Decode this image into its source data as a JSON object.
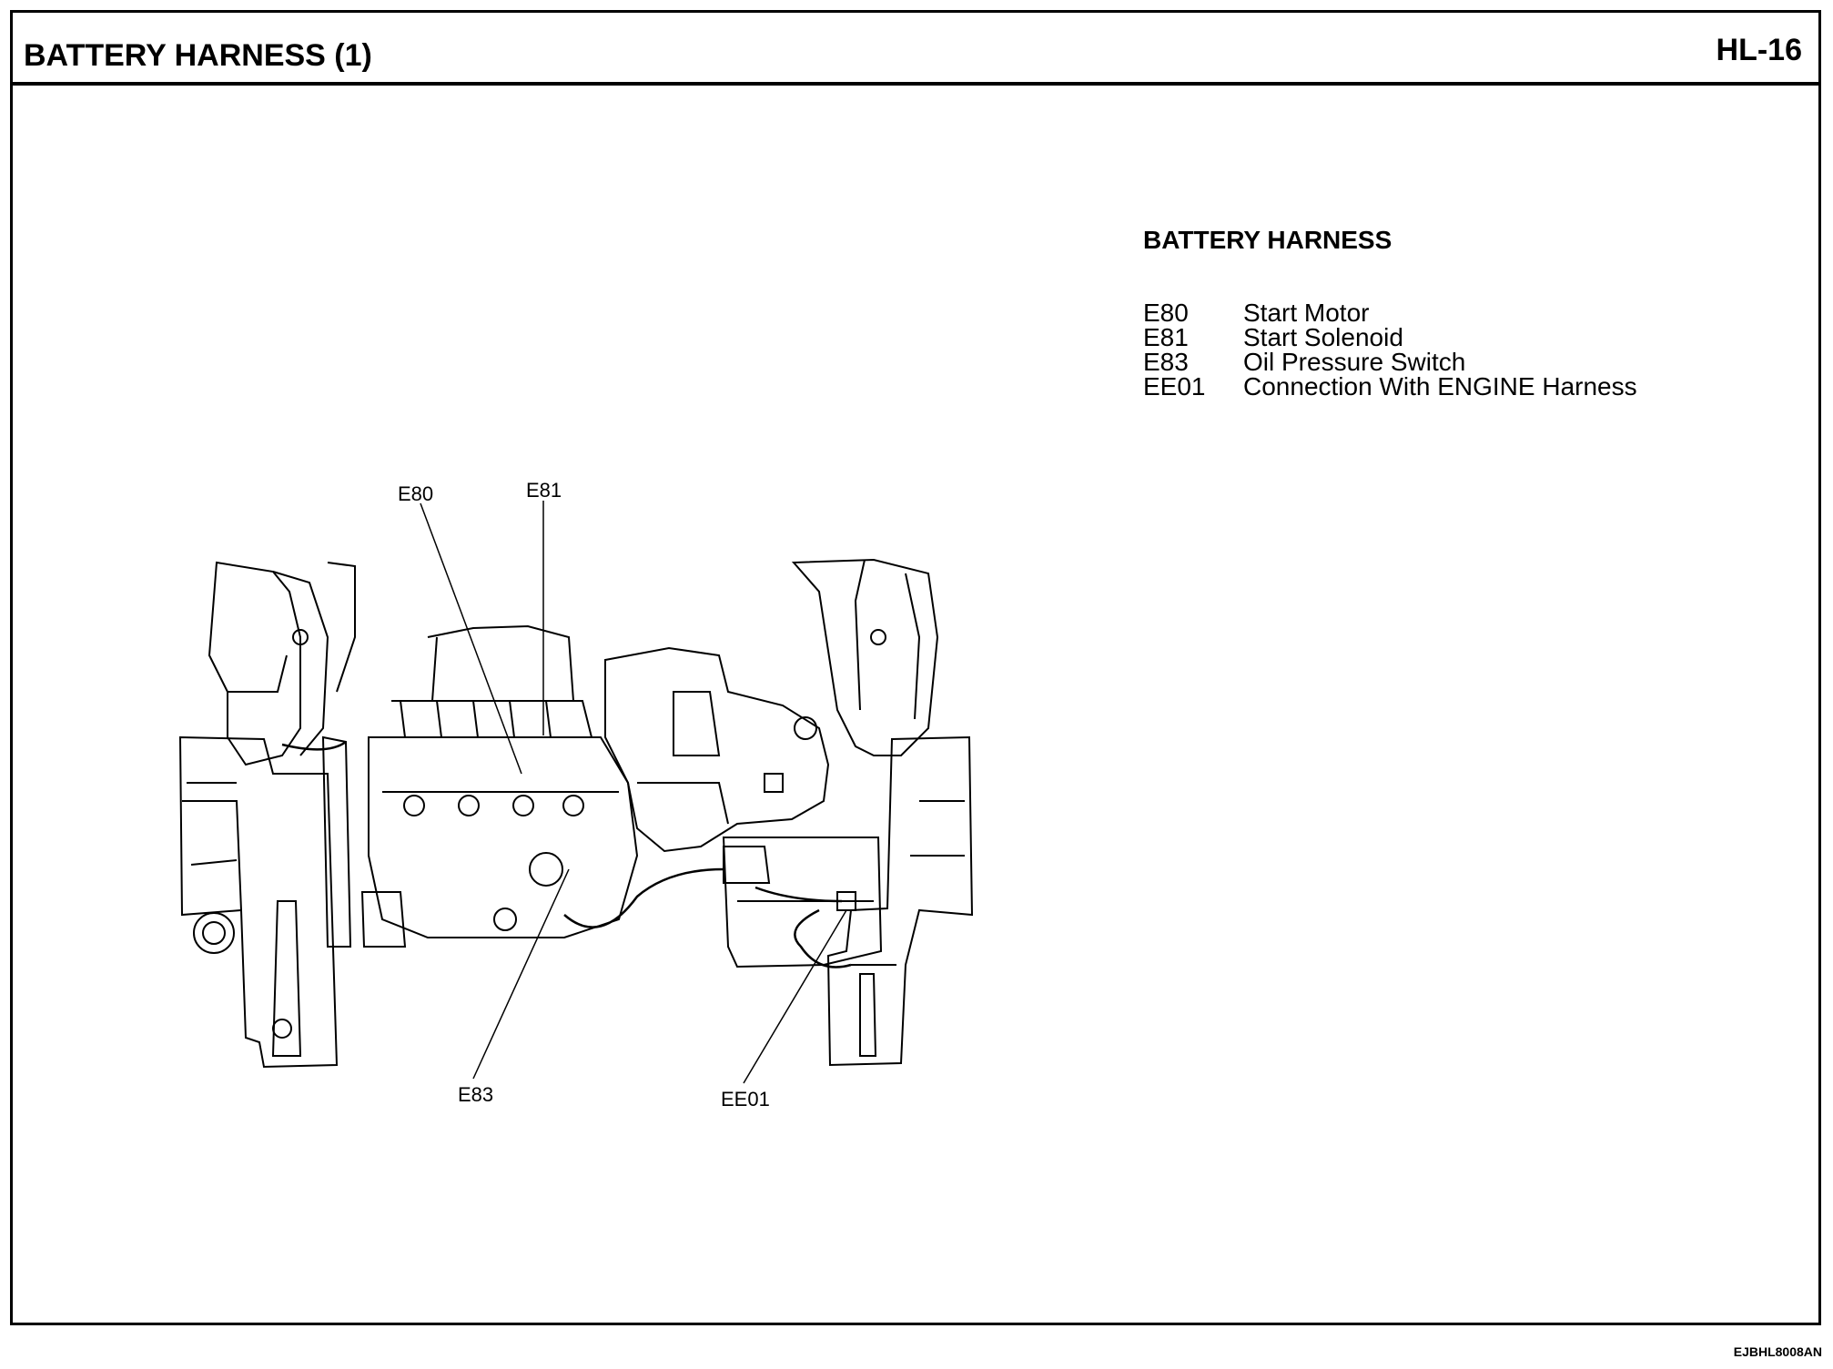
{
  "header": {
    "title": "BATTERY HARNESS (1)",
    "page": "HL-16"
  },
  "legend": {
    "title": "BATTERY HARNESS",
    "items": [
      {
        "code": "E80",
        "description": "Start Motor"
      },
      {
        "code": "E81",
        "description": "Start Solenoid"
      },
      {
        "code": "E83",
        "description": "Oil Pressure Switch"
      },
      {
        "code": "EE01",
        "description": "Connection With ENGINE Harness"
      }
    ]
  },
  "callouts": {
    "e80": "E80",
    "e81": "E81",
    "e83": "E83",
    "ee01": "EE01"
  },
  "footer": {
    "doc_code": "EJBHL8008AN"
  }
}
